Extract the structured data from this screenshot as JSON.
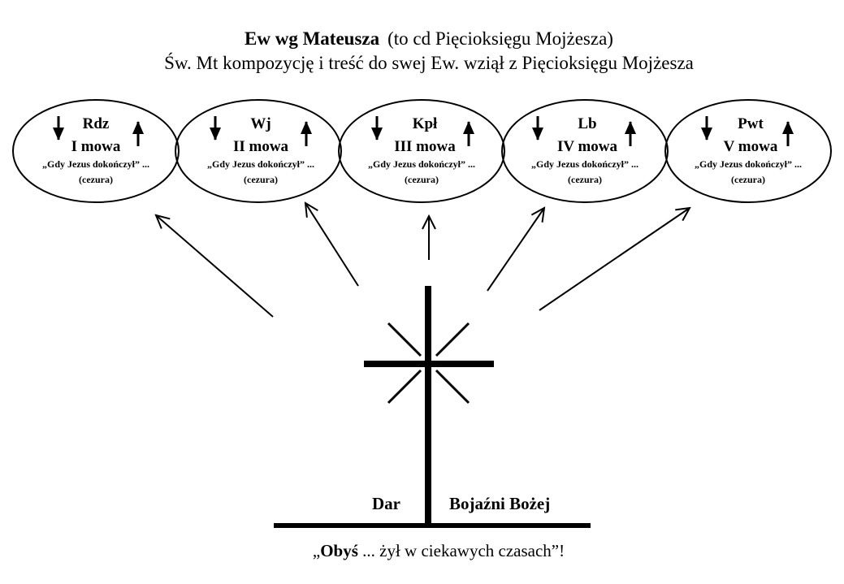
{
  "header": {
    "title_bold": "Ew wg Mateusza",
    "title_rest": "(to cd Pięcioksięgu Mojżesza)",
    "subtitle": "Św. Mt kompozycję i treść do swej Ew. wziął z Pięcioksięgu Mojżesza"
  },
  "books": [
    {
      "abbr": "Rdz",
      "mowa": "I mowa",
      "quote": "„Gdy Jezus dokończył” ...",
      "cezura": "(cezura)"
    },
    {
      "abbr": "Wj",
      "mowa": "II mowa",
      "quote": "„Gdy Jezus dokończył” ...",
      "cezura": "(cezura)"
    },
    {
      "abbr": "Kpł",
      "mowa": "III mowa",
      "quote": "„Gdy Jezus dokończył” ...",
      "cezura": "(cezura)"
    },
    {
      "abbr": "Lb",
      "mowa": "IV mowa",
      "quote": "„Gdy Jezus dokończył” ...",
      "cezura": "(cezura)"
    },
    {
      "abbr": "Pwt",
      "mowa": "V mowa",
      "quote": "„Gdy Jezus dokończył” ...",
      "cezura": "(cezura)"
    }
  ],
  "cross": {
    "left_label": "Dar",
    "right_label": "Bojaźni Bożej"
  },
  "footer": {
    "open": "„",
    "bold": "Obyś",
    "rest": " ... żył w ciekawych czasach”!"
  }
}
